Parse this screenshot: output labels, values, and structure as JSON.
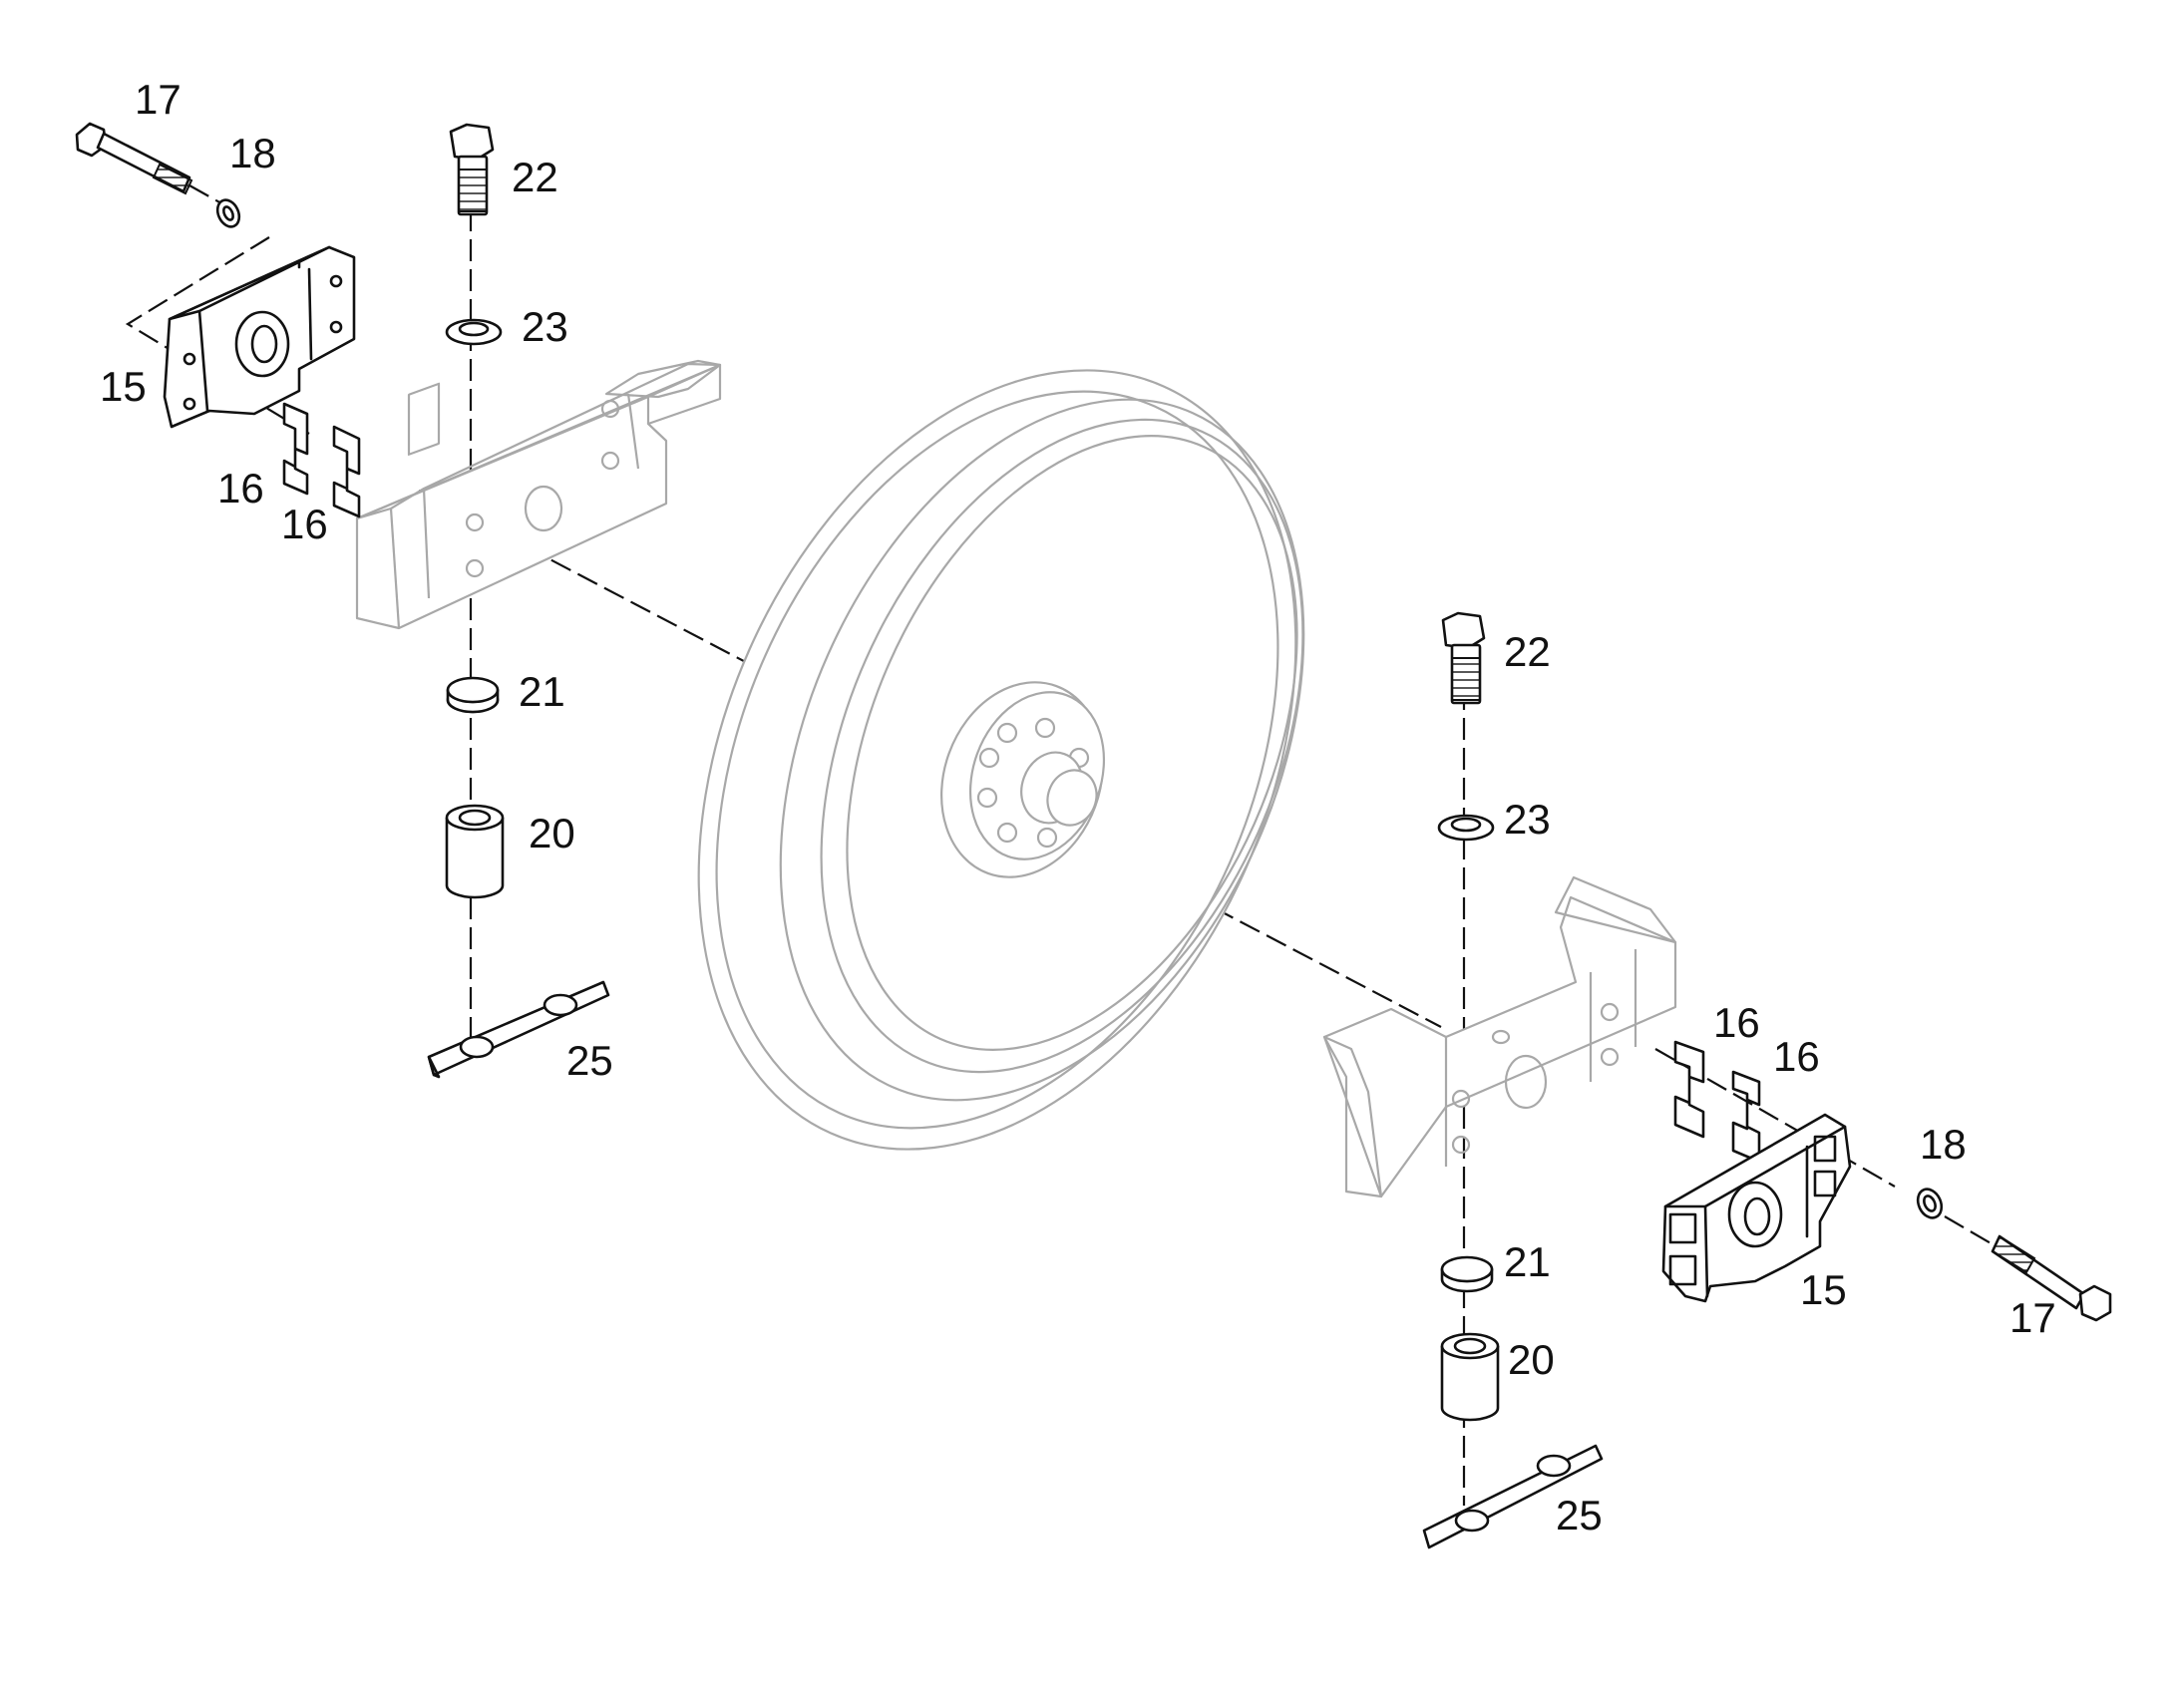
{
  "callouts": {
    "left": {
      "c17": "17",
      "c18": "18",
      "c15": "15",
      "c16a": "16",
      "c16b": "16",
      "c22": "22",
      "c23": "23",
      "c21": "21",
      "c20": "20",
      "c25": "25"
    },
    "right": {
      "c22": "22",
      "c23": "23",
      "c16a": "16",
      "c16b": "16",
      "c18": "18",
      "c15": "15",
      "c17": "17",
      "c21": "21",
      "c20": "20",
      "c25": "25"
    }
  },
  "colors": {
    "ink": "#111111",
    "context_parts": "#a8a8a8",
    "background": "#ffffff"
  }
}
